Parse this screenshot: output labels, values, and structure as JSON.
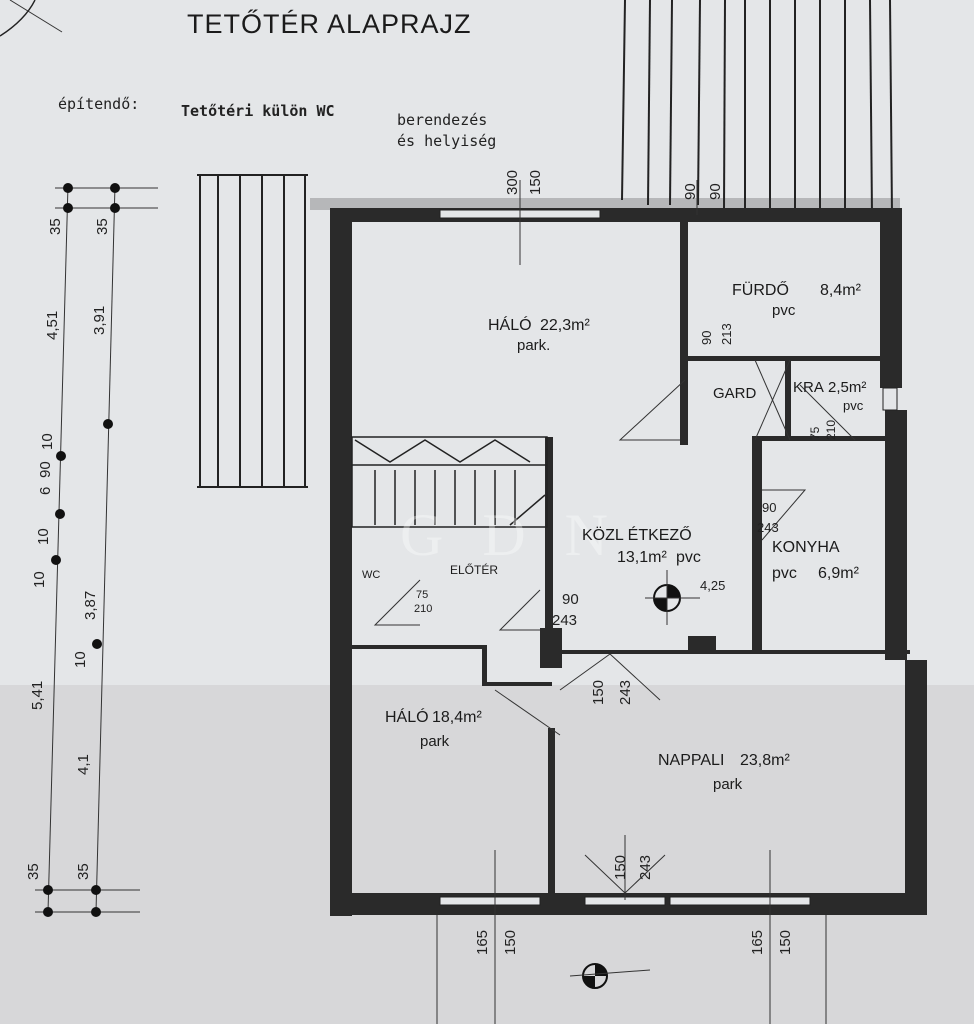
{
  "title": "TETŐTÉR ALAPRAJZ",
  "note": {
    "prefix": "építendő:",
    "bold": "Tetőtéri külön WC",
    "rest_line1": "berendezés",
    "rest_line2": "és helyiség"
  },
  "rooms": [
    {
      "name": "HÁLÓ",
      "area": "22,3m²",
      "floor": "park."
    },
    {
      "name": "FÜRDŐ",
      "area": "8,4m²",
      "floor": "pvc"
    },
    {
      "name": "GARD",
      "area": "",
      "floor": ""
    },
    {
      "name": "KRA",
      "area": "2,5m²",
      "floor": "pvc"
    },
    {
      "name": "KÖZL ÉTKEZŐ",
      "area": "13,1m²",
      "floor": "pvc"
    },
    {
      "name": "KONYHA",
      "area": "6,9m²",
      "floor": "pvc"
    },
    {
      "name": "ELŐTÉR",
      "area": "",
      "floor": ""
    },
    {
      "name": "WC",
      "area": "",
      "floor": ""
    },
    {
      "name": "HÁLÓ",
      "area": "18,4m²",
      "floor": "park"
    },
    {
      "name": "NAPPALI",
      "area": "23,8m²",
      "floor": "park"
    }
  ],
  "door_dims": {
    "top_window": [
      "300",
      "150"
    ],
    "top_right_window": [
      "90",
      "90"
    ],
    "furdo_door": [
      "90",
      "213"
    ],
    "kra_door": [
      "75",
      "210"
    ],
    "konyha_door": [
      "90",
      "243"
    ],
    "wc_door": [
      "75",
      "210"
    ],
    "eloter_door": [
      "90",
      "243"
    ],
    "nappali_door": [
      "150",
      "243"
    ],
    "bottom_door": [
      "150",
      "243"
    ],
    "bottom_left_window": [
      "165",
      "150"
    ],
    "bottom_right_window": [
      "165",
      "150"
    ],
    "level": "4,25"
  },
  "left_dims": {
    "outer": [
      "35",
      "4,51",
      "10",
      "6",
      "90",
      "10",
      "10",
      "5,41",
      "35"
    ],
    "inner": [
      "35",
      "3,91",
      "3,87",
      "10",
      "4,1",
      "35"
    ]
  },
  "watermark": "GDN"
}
